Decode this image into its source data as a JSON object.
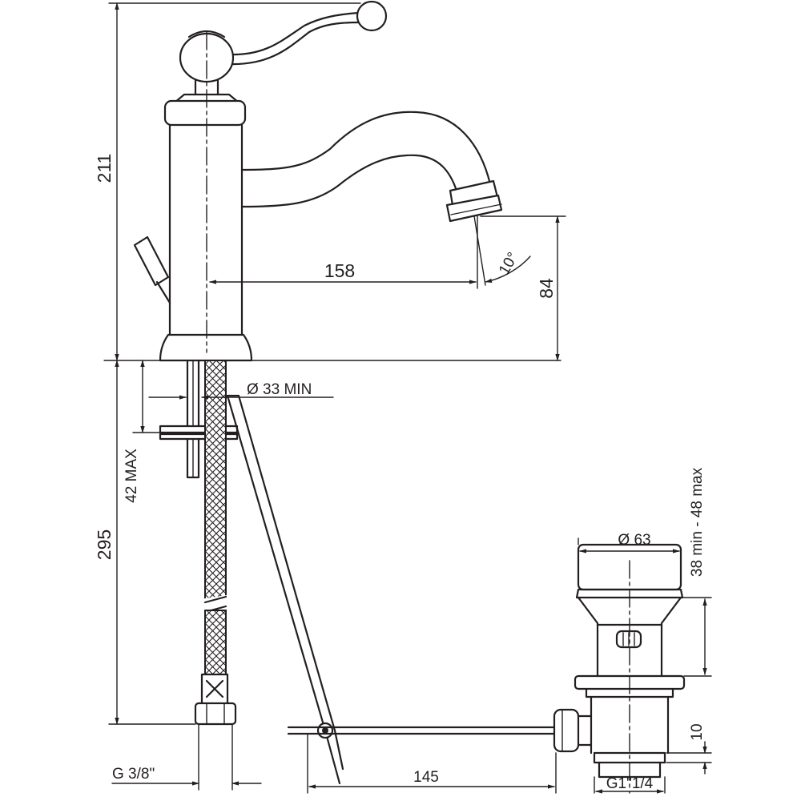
{
  "drawing": {
    "dimensions": {
      "total_height": "211",
      "reach": "158",
      "outlet_height": "84",
      "spout_angle": "10°",
      "hole_diameter": "Ø 33 MIN",
      "deck_thickness": "42 MAX",
      "supply_length": "295",
      "supply_thread": "G 3/8\"",
      "rod_length": "145",
      "waste_diameter": "Ø 63",
      "waste_range": "38 min - 48 max",
      "waste_nut": "10",
      "waste_thread": "G1\"1/4"
    }
  }
}
